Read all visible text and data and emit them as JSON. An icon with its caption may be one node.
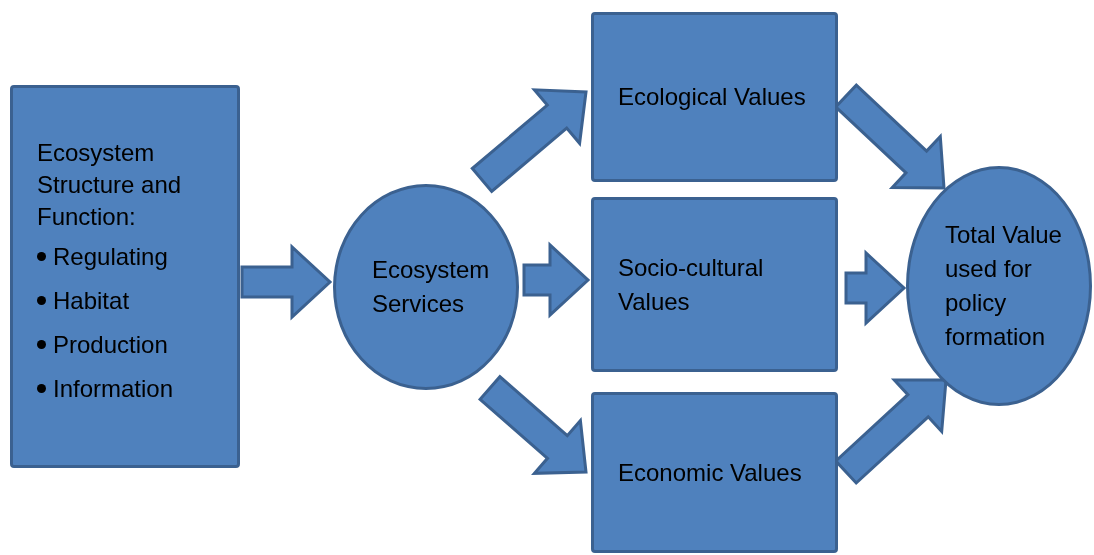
{
  "diagram": {
    "nodes": [
      {
        "text": [
          "Ecosystem Structure and Function:",
          "Regulating",
          "Habitat",
          "Production",
          "Information"
        ]
      },
      {
        "text": [
          "Ecosystem Services"
        ]
      },
      {
        "text": [
          "Ecological Values"
        ]
      },
      {
        "text": [
          "Socio-cultural Values"
        ]
      },
      {
        "text": [
          "Economic Values"
        ]
      },
      {
        "text": [
          "Total Value used for policy formation"
        ]
      }
    ],
    "edges": [
      {
        "from": 0,
        "to": 1,
        "arrow": "to"
      },
      {
        "from": 1,
        "to": 2,
        "arrow": "to"
      },
      {
        "from": 1,
        "to": 3,
        "arrow": "to"
      },
      {
        "from": 1,
        "to": 4,
        "arrow": "to"
      },
      {
        "from": 2,
        "to": 5,
        "arrow": "to"
      },
      {
        "from": 3,
        "to": 5,
        "arrow": "to"
      },
      {
        "from": 4,
        "to": 5,
        "arrow": "to"
      }
    ]
  }
}
